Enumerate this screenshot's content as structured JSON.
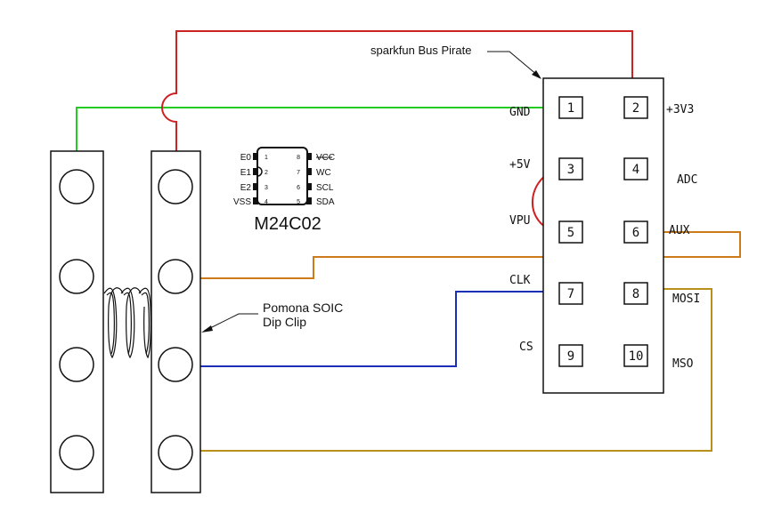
{
  "annotations": {
    "bus_pirate": "sparkfun Bus Pirate",
    "clip_line1": "Pomona SOIC",
    "clip_line2": "Dip Clip"
  },
  "chip": {
    "name": "M24C02",
    "left_pins": [
      {
        "label": "E0",
        "num": "1"
      },
      {
        "label": "E1",
        "num": "2"
      },
      {
        "label": "E2",
        "num": "3"
      },
      {
        "label": "VSS",
        "num": "4"
      }
    ],
    "right_pins": [
      {
        "label": "VCC",
        "num": "8"
      },
      {
        "label": "WC",
        "num": "7"
      },
      {
        "label": "SCL",
        "num": "6"
      },
      {
        "label": "SDA",
        "num": "5"
      }
    ]
  },
  "header": {
    "pins": [
      "1",
      "2",
      "3",
      "4",
      "5",
      "6",
      "7",
      "8",
      "9",
      "10"
    ],
    "left_labels": [
      "GND",
      "+5V",
      "VPU",
      "CLK",
      "CS"
    ],
    "right_labels": [
      "+3V3",
      "ADC",
      "AUX",
      "MOSI",
      "MSO"
    ]
  },
  "wire_colors": {
    "gnd": "#22cc22",
    "vcc": "#cc2222",
    "aux": "#cc7a1a",
    "clk": "#1a2fb5",
    "mosi": "#b8901a",
    "vpu_jumper": "#cc2222"
  }
}
